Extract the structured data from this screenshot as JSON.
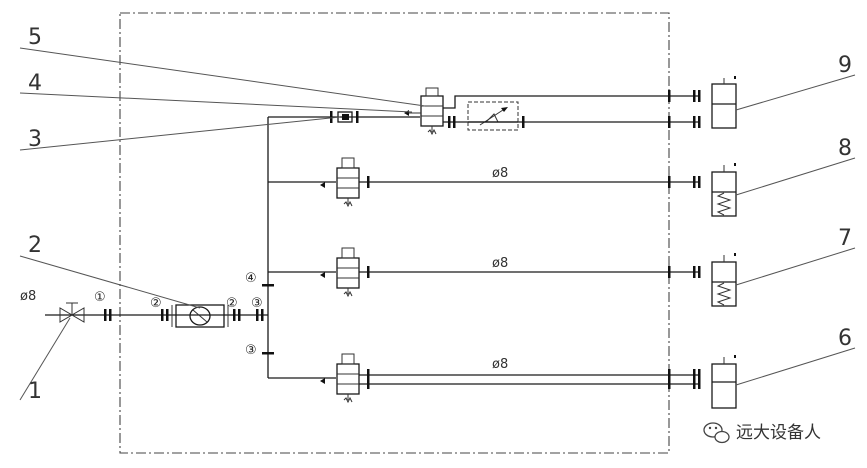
{
  "callouts": {
    "c1": "1",
    "c2": "2",
    "c3": "3",
    "c4": "4",
    "c5": "5",
    "c6": "6",
    "c7": "7",
    "c8": "8",
    "c9": "9"
  },
  "circled": {
    "n1": "①",
    "n2a": "②",
    "n2b": "②",
    "n3a": "③",
    "n4": "④",
    "n3b": "③"
  },
  "diameter": {
    "inlet": "ø8",
    "line_b": "ø8",
    "line_c": "ø8",
    "line_d": "ø8"
  },
  "watermark": "远大设备人"
}
